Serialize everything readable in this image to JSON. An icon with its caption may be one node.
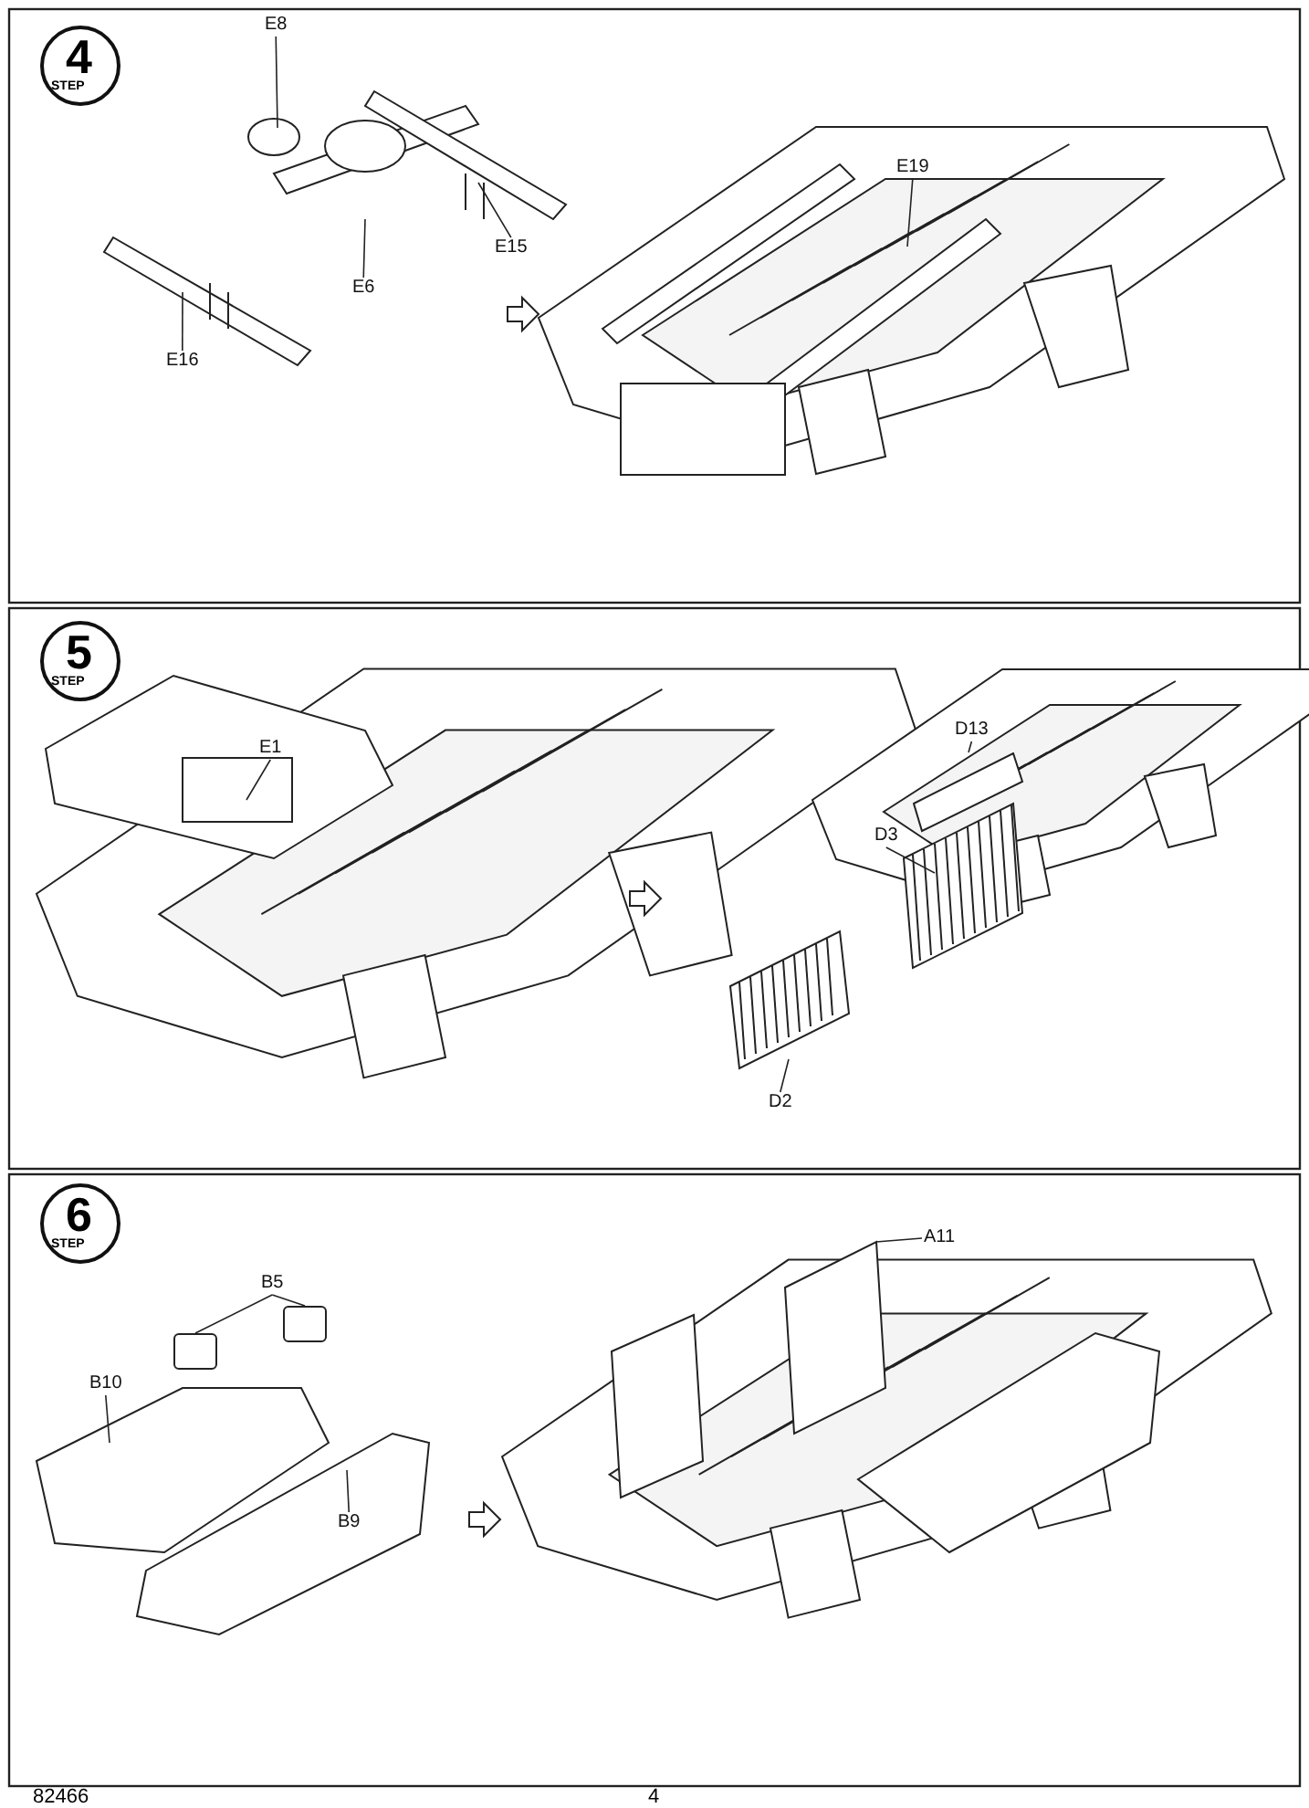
{
  "diagram": {
    "nodes": [
      {
        "text": [
          "E8"
        ]
      },
      {
        "text": [
          "E19"
        ]
      },
      {
        "text": [
          "E15"
        ]
      },
      {
        "text": [
          "E6"
        ]
      },
      {
        "text": [
          "E16"
        ]
      },
      {
        "text": [
          "E1"
        ]
      },
      {
        "text": [
          "D13"
        ]
      },
      {
        "text": [
          "D3"
        ]
      },
      {
        "text": [
          "D2"
        ]
      },
      {
        "text": [
          "B5"
        ]
      },
      {
        "text": [
          "A11"
        ]
      },
      {
        "text": [
          "B10"
        ]
      },
      {
        "text": [
          "B9"
        ]
      },
      {
        "text": [],
        "shape": "box"
      },
      {
        "text": [],
        "shape": "box"
      },
      {
        "text": [],
        "shape": "picture"
      }
    ],
    "edges": [
      {
        "from": 0,
        "to": null,
        "arrow": "none"
      },
      {
        "from": 1,
        "to": null,
        "arrow": "none"
      },
      {
        "from": 2,
        "to": null,
        "arrow": "none"
      },
      {
        "from": 3,
        "to": null,
        "arrow": "none"
      },
      {
        "from": 4,
        "to": null,
        "arrow": "none"
      },
      {
        "from": 5,
        "to": null,
        "arrow": "none"
      },
      {
        "from": 6,
        "to": 15,
        "arrow": "none"
      },
      {
        "from": 7,
        "to": null,
        "arrow": "none"
      },
      {
        "from": 8,
        "to": null,
        "arrow": "none"
      },
      {
        "from": 9,
        "to": 13,
        "arrow": "none"
      },
      {
        "from": 9,
        "to": 14,
        "arrow": "none"
      },
      {
        "from": 10,
        "to": null,
        "arrow": "none"
      },
      {
        "from": 11,
        "to": null,
        "arrow": "none"
      },
      {
        "from": 12,
        "to": null,
        "arrow": "none"
      }
    ],
    "labels": [
      "4",
      "STEP",
      "5",
      "STEP",
      "6",
      "STEP",
      "82466",
      "4"
    ]
  }
}
